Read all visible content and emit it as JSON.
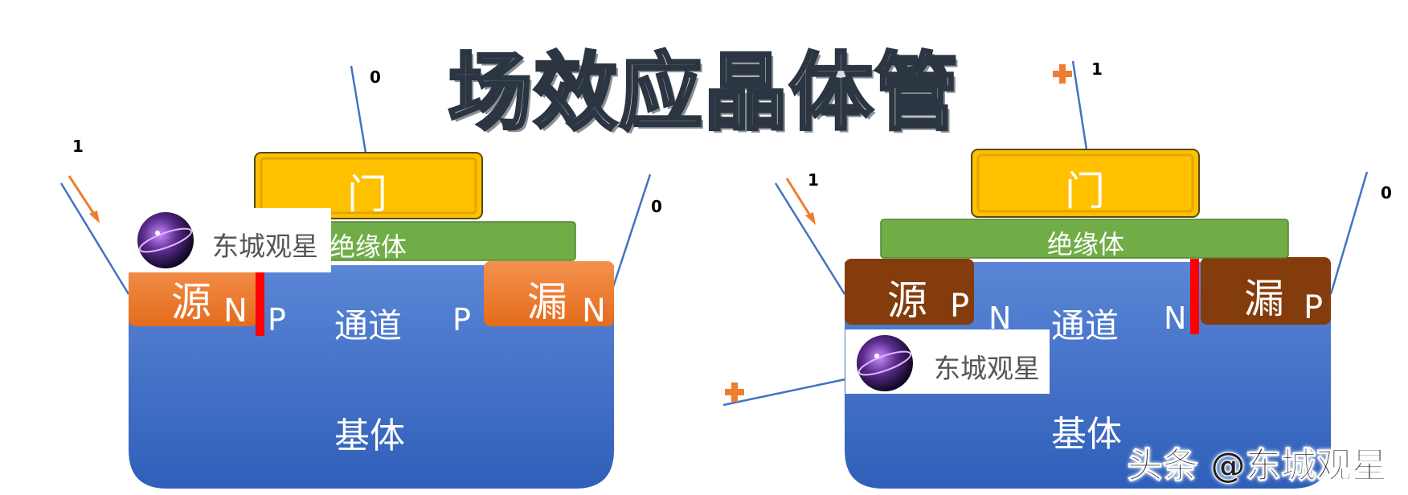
{
  "title": "场效应晶体管",
  "left_transistor": {
    "gate": "门",
    "insulator": "绝缘体",
    "source": "源",
    "drain": "漏",
    "channel": "通道",
    "substrate": "基体",
    "source_type": "N",
    "channel_left_type": "P",
    "channel_right_type": "P",
    "drain_type": "N",
    "gate_value": "0",
    "source_value": "1",
    "drain_value": "0"
  },
  "right_transistor": {
    "gate": "门",
    "insulator": "绝缘体",
    "source": "源",
    "drain": "漏",
    "channel": "通道",
    "substrate": "基体",
    "source_type": "P",
    "channel_left_type": "N",
    "channel_right_type": "N",
    "drain_type": "P",
    "gate_value": "1",
    "source_value": "1",
    "drain_value": "0"
  },
  "watermark": {
    "label": "东城观星",
    "footer": "头条 @东城观星"
  },
  "colors": {
    "gate": "#ffc000",
    "insulator": "#70ad47",
    "substrate": "#4472c4",
    "left_terminal": "#ed7d31",
    "right_terminal": "#843c0c",
    "depletion": "#ff0000",
    "wire": "#4472c4",
    "arrow": "#ed7d31"
  },
  "icons": [
    "planet-avatar-icon",
    "plus-sign-icon",
    "current-arrow-icon"
  ]
}
